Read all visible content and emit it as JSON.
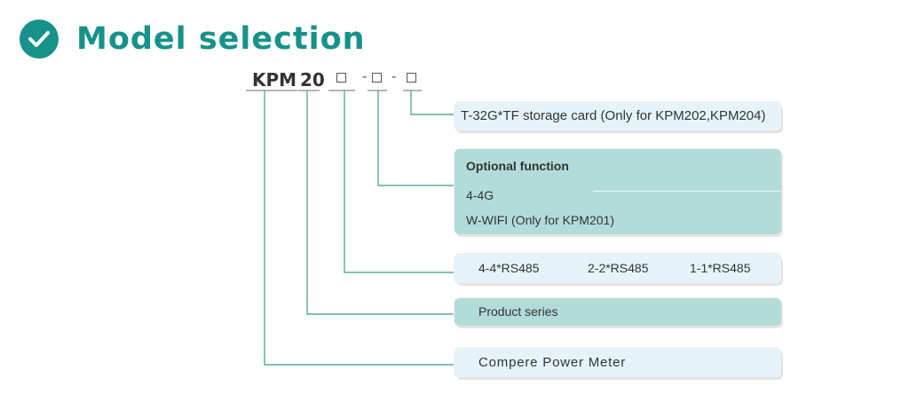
{
  "header": {
    "icon": "check-circle-icon",
    "title": "Model selection"
  },
  "model_code": {
    "prefix": "KPM",
    "series": "20",
    "slot_1": "□",
    "separator_1": "-",
    "slot_2": "□",
    "separator_2": "-",
    "slot_3": "□"
  },
  "options": {
    "storage": {
      "text": "T-32G*TF storage card (Only for KPM202,KPM204)"
    },
    "optional_function": {
      "heading": "Optional function",
      "items": [
        "4-4G",
        "W-WIFI (Only for KPM201)"
      ]
    },
    "rs485": {
      "items": [
        "4-4*RS485",
        "2-2*RS485",
        "1-1*RS485"
      ]
    },
    "product_series": {
      "text": "Product series"
    },
    "brand": {
      "text": "Compere Power Meter"
    }
  },
  "colors": {
    "accent": "#16928a",
    "connector": "#5aaa9a",
    "light_box": "#e6f4fa",
    "teal_box": "#b2dcd9"
  }
}
